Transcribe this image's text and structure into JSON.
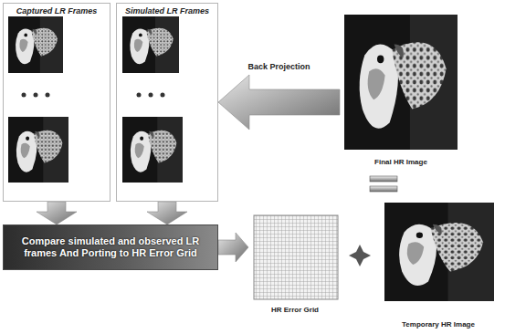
{
  "diagram": {
    "nodes": [
      {
        "text": [
          "Captured LR Frames"
        ]
      },
      {
        "text": [
          "Simulated LR Frames"
        ]
      },
      {
        "text": [
          "Final HR Image"
        ]
      },
      {
        "text": [
          "Compare simulated and observed LR frames And Porting to HR Error Grid"
        ]
      },
      {
        "text": [
          "HR Error Grid"
        ]
      },
      {
        "text": [
          "Temporary HR Image"
        ]
      }
    ],
    "edges": [
      {
        "from": 2,
        "to": 1,
        "label": "Back Projection",
        "arrow": "to"
      },
      {
        "from": 0,
        "to": 3,
        "arrow": "to"
      },
      {
        "from": 1,
        "to": 3,
        "arrow": "to"
      },
      {
        "from": 3,
        "to": 4,
        "arrow": "to"
      }
    ]
  }
}
